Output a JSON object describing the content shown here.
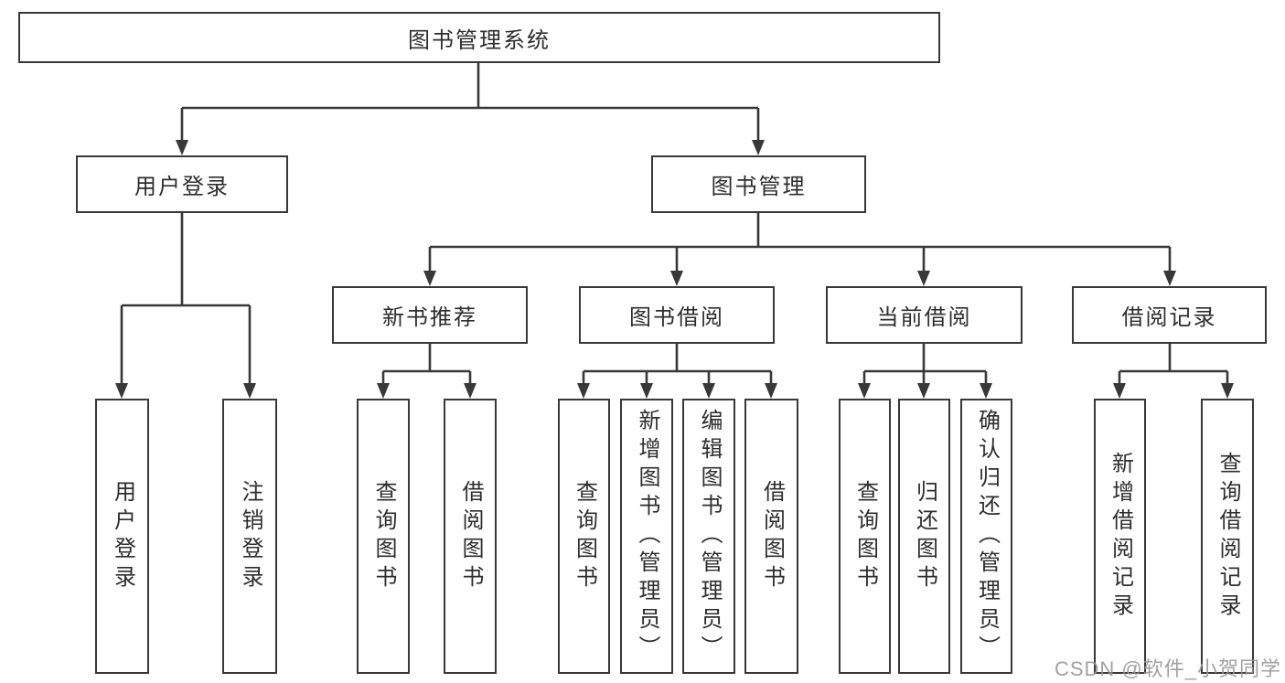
{
  "diagram": {
    "root": {
      "label": "图书管理系统"
    },
    "branches": [
      {
        "label": "用户登录",
        "children": [
          {
            "label": "用户登录"
          },
          {
            "label": "注销登录"
          }
        ]
      },
      {
        "label": "图书管理",
        "children": [
          {
            "label": "新书推荐",
            "children": [
              {
                "label": "查询图书"
              },
              {
                "label": "借阅图书"
              }
            ]
          },
          {
            "label": "图书借阅",
            "children": [
              {
                "label": "查询图书"
              },
              {
                "label": "新增图书（管理员）"
              },
              {
                "label": "编辑图书（管理员）"
              },
              {
                "label": "借阅图书"
              }
            ]
          },
          {
            "label": "当前借阅",
            "children": [
              {
                "label": "查询图书"
              },
              {
                "label": "归还图书"
              },
              {
                "label": "确认归还（管理员）"
              }
            ]
          },
          {
            "label": "借阅记录",
            "children": [
              {
                "label": "新增借阅记录"
              },
              {
                "label": "查询借阅记录"
              }
            ]
          }
        ]
      }
    ],
    "watermark": "CSDN @软件_小贺同学"
  },
  "colors": {
    "line": "#383838",
    "text": "#2d2d2d",
    "watermark": "#969696",
    "background": "#ffffff"
  }
}
